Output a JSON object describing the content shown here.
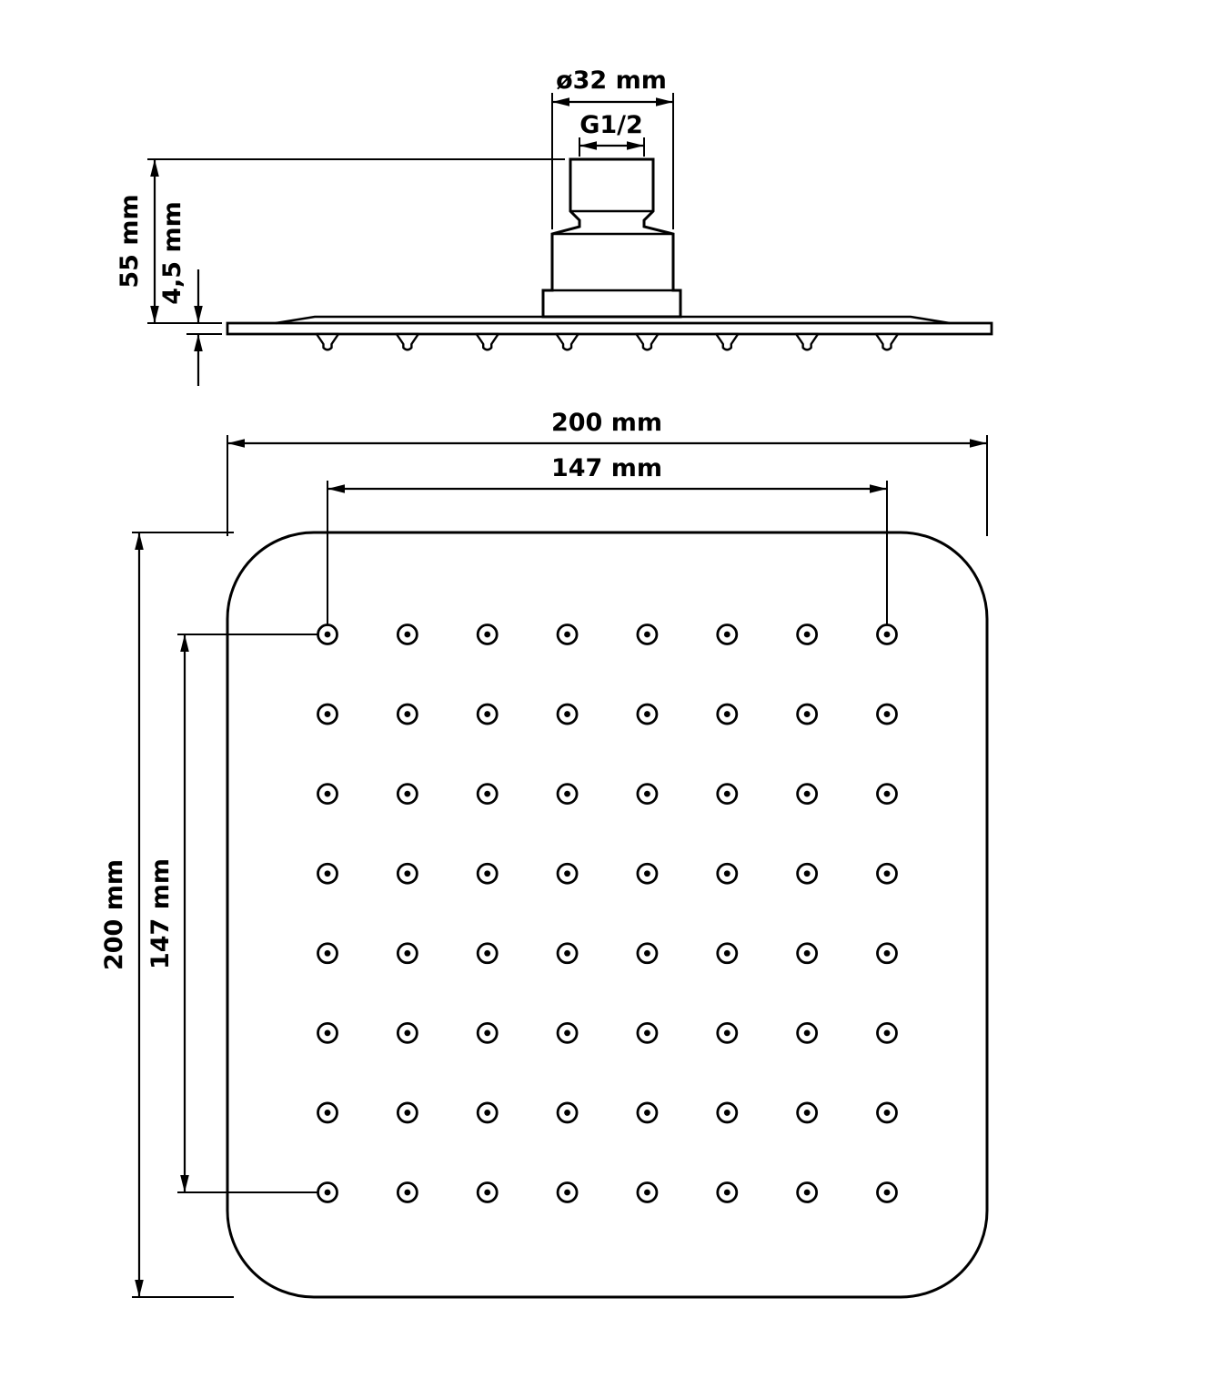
{
  "page": {
    "background": "#ffffff",
    "line_color": "#000000"
  },
  "drawing": {
    "kind": "technical-dimension-drawing",
    "subject": "square-shower-head",
    "side_view": {
      "labels": {
        "connector_diameter": "ø32 mm",
        "thread_size": "G1/2",
        "overall_height": "55 mm",
        "plate_thickness": "4,5 mm"
      }
    },
    "plan_view": {
      "labels": {
        "overall_width": "200 mm",
        "nozzle_span_width": "147 mm",
        "overall_height": "200 mm",
        "nozzle_span_height": "147 mm"
      },
      "nozzle_grid": {
        "rows": 8,
        "cols": 8
      }
    }
  }
}
